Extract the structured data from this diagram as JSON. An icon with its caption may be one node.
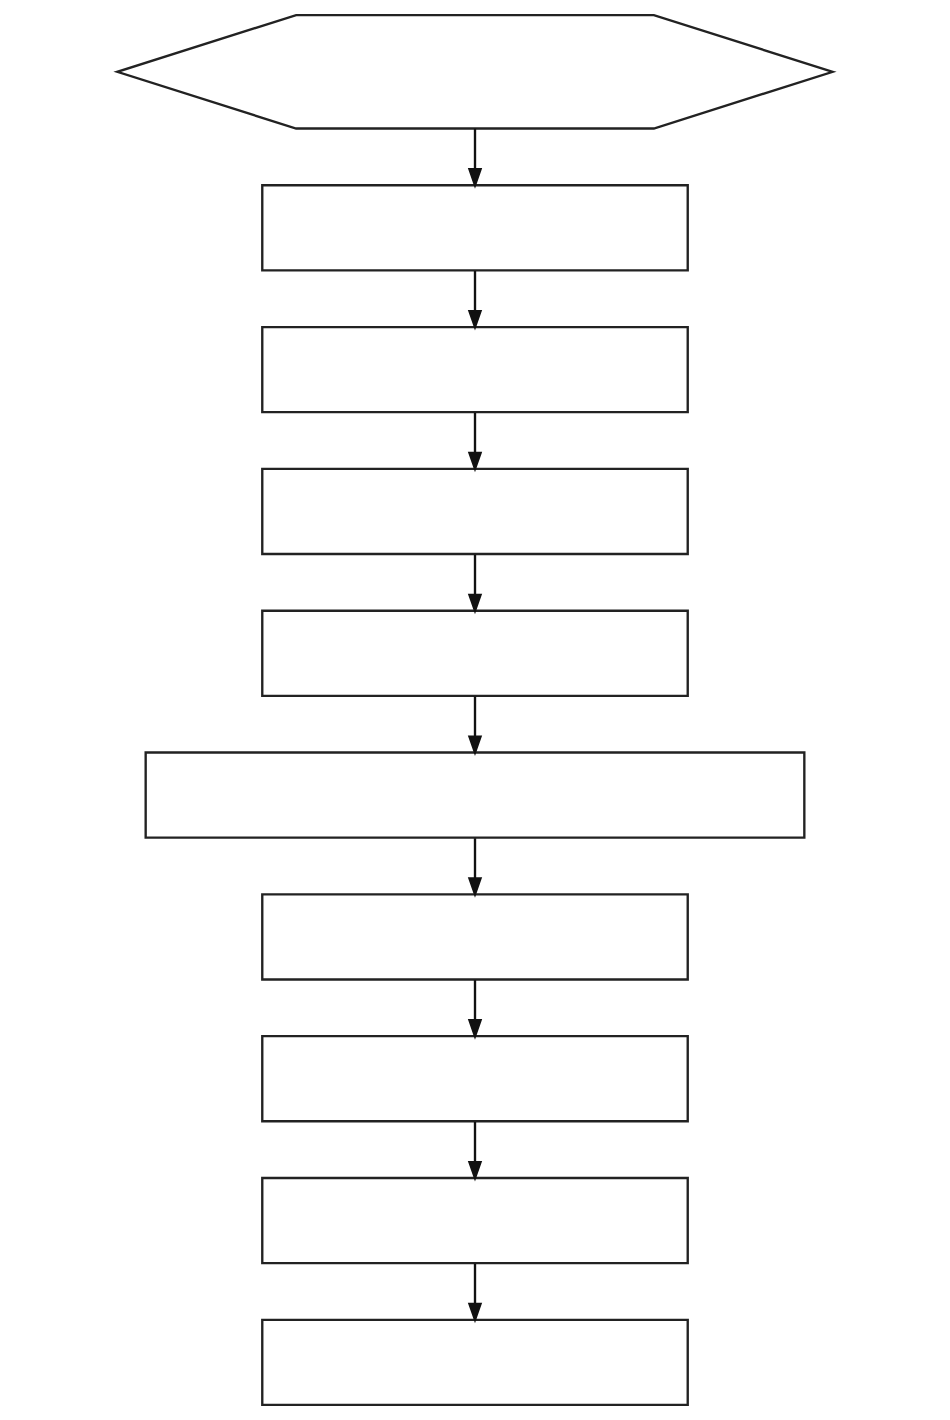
{
  "diagram": {
    "nodes": [
      {
        "text": [],
        "shape": "hexagon"
      },
      {
        "text": [],
        "shape": "box"
      },
      {
        "text": [],
        "shape": "box"
      },
      {
        "text": [],
        "shape": "box"
      },
      {
        "text": [],
        "shape": "box"
      },
      {
        "text": [],
        "shape": "box"
      },
      {
        "text": [],
        "shape": "box"
      },
      {
        "text": [],
        "shape": "box"
      },
      {
        "text": [],
        "shape": "box"
      },
      {
        "text": [],
        "shape": "box"
      }
    ],
    "edges": [
      {
        "from": 0,
        "to": 1,
        "arrow": "to"
      },
      {
        "from": 1,
        "to": 2,
        "arrow": "to"
      },
      {
        "from": 2,
        "to": 3,
        "arrow": "to"
      },
      {
        "from": 3,
        "to": 4,
        "arrow": "to"
      },
      {
        "from": 4,
        "to": 5,
        "arrow": "to"
      },
      {
        "from": 5,
        "to": 6,
        "arrow": "to"
      },
      {
        "from": 6,
        "to": 7,
        "arrow": "to"
      },
      {
        "from": 7,
        "to": 8,
        "arrow": "to"
      },
      {
        "from": 8,
        "to": 9,
        "arrow": "to"
      }
    ]
  }
}
